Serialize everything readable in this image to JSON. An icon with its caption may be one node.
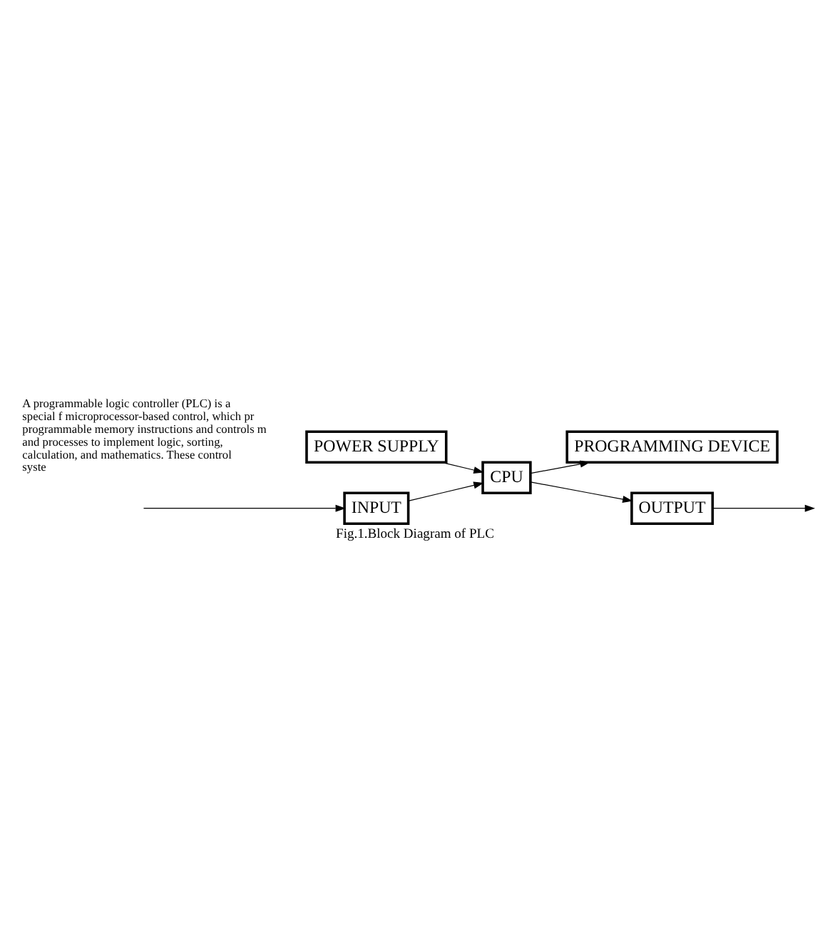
{
  "diagram": {
    "caption": "Fig.1.Block Diagram of PLC",
    "nodes": [
      {
        "text": [
          "POWER SUPPLY"
        ]
      },
      {
        "text": [
          "INPUT"
        ]
      },
      {
        "text": [
          "CPU"
        ]
      },
      {
        "text": [
          "PROGRAMMING DEVICE"
        ]
      },
      {
        "text": [
          "OUTPUT"
        ]
      }
    ],
    "edges": [
      {
        "from": null,
        "to": 1,
        "arrow": "to"
      },
      {
        "from": 1,
        "to": 2,
        "arrow": "to"
      },
      {
        "from": 2,
        "to": 4,
        "arrow": "to"
      },
      {
        "from": 4,
        "to": null,
        "arrow": "to"
      },
      {
        "from": 0,
        "to": 2,
        "arrow": "to"
      },
      {
        "from": 2,
        "to": 3,
        "arrow": "to"
      }
    ],
    "labels": [
      "A programmable logic controller (PLC) is a special f microprocessor-based control, which pr programmable memory instructions and controls m and processes to implement logic, sorting, calculation, and mathematics. These control syste"
    ]
  }
}
